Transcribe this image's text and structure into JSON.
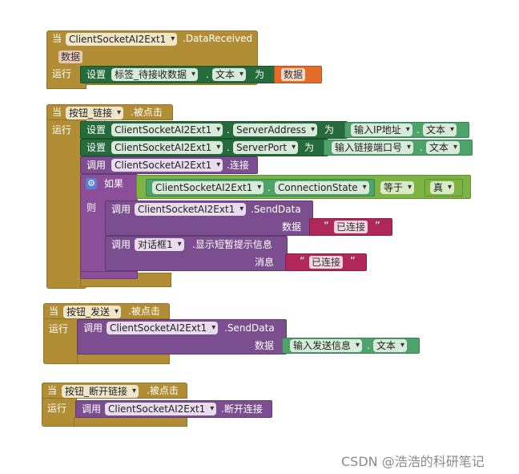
{
  "blocks": {
    "data_received": {
      "when": "当",
      "component": "ClientSocketAI2Ext1",
      "event": ".DataReceived",
      "param": "数据",
      "do": "运行",
      "set": "设置",
      "target": "标签_待接收数据",
      "prop": "文本",
      "to": "为",
      "value": "数据"
    },
    "connect_click": {
      "when": "当",
      "component": "按钮_链接",
      "event": ".被点击",
      "do": "运行",
      "set1": "设置",
      "set1_component": "ClientSocketAI2Ext1",
      "set1_prop": "ServerAddress",
      "set1_to": "为",
      "set1_src": "输入IP地址",
      "set1_src_prop": "文本",
      "set2": "设置",
      "set2_component": "ClientSocketAI2Ext1",
      "set2_prop": "ServerPort",
      "set2_to": "为",
      "set2_src": "输入链接端口号",
      "set2_src_prop": "文本",
      "call": "调用",
      "call_component": "ClientSocketAI2Ext1",
      "call_method": ".连接",
      "if": "如果",
      "cond_component": "ClientSocketAI2Ext1",
      "cond_prop": "ConnectionState",
      "cond_op": "等于",
      "cond_value": "真",
      "then": "则",
      "send_call": "调用",
      "send_component": "ClientSocketAI2Ext1",
      "send_method": ".SendData",
      "send_param": "数据",
      "send_text": "已连接",
      "alert_call": "调用",
      "alert_component": "对话框1",
      "alert_method": ".显示短暂提示信息",
      "alert_param": "消息",
      "alert_text": "已连接"
    },
    "send_click": {
      "when": "当",
      "component": "按钮_发送",
      "event": ".被点击",
      "do": "运行",
      "call": "调用",
      "call_component": "ClientSocketAI2Ext1",
      "call_method": ".SendData",
      "param": "数据",
      "src": "输入发送信息",
      "src_prop": "文本"
    },
    "disconnect_click": {
      "when": "当",
      "component": "按钮_断开链接",
      "event": ".被点击",
      "do": "运行",
      "call": "调用",
      "call_component": "ClientSocketAI2Ext1",
      "call_method": ".断开连接"
    }
  },
  "watermark": "CSDN @浩浩的科研笔记",
  "quote_open": "“",
  "quote_close": "”"
}
